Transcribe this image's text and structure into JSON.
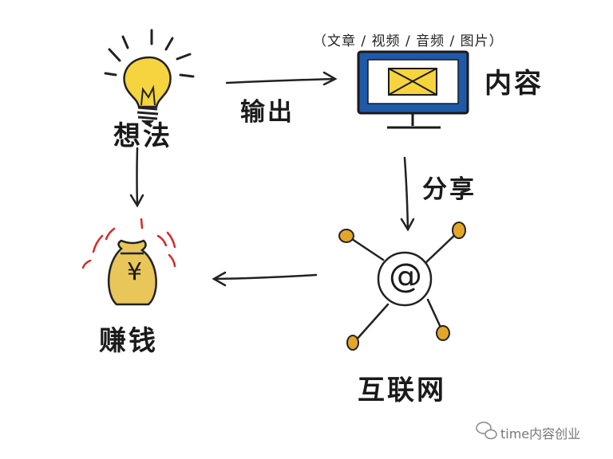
{
  "nodes": {
    "idea": "想法",
    "content": "内容",
    "internet": "互联网",
    "money": "赚钱"
  },
  "edges": {
    "output": "输出",
    "share": "分享"
  },
  "content_types": "（文章 / 视频 / 音频 / 图片）",
  "money_symbol": "¥",
  "at_symbol": "@",
  "watermark": "time内容创业",
  "icons": [
    "lightbulb-icon",
    "monitor-icon",
    "money-bag-icon",
    "at-network-icon",
    "wechat-icon"
  ],
  "colors": {
    "bulb": "#f6d43f",
    "screen": "#1e5aa8",
    "bag": "#e8c65a",
    "nodes": "#e3a629",
    "rays": "#d32a2a"
  }
}
